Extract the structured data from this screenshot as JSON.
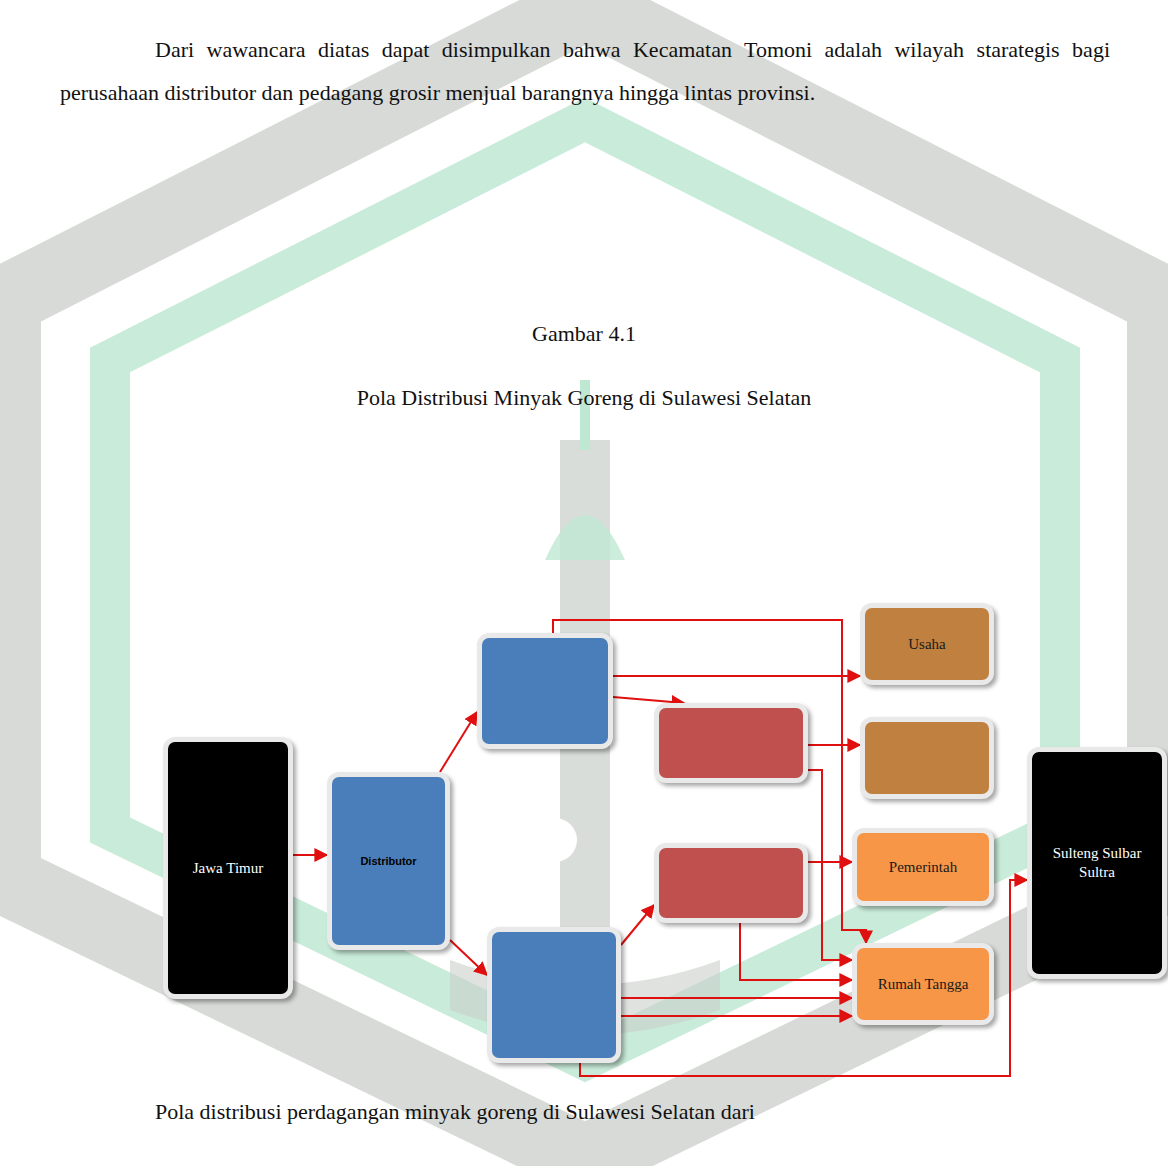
{
  "diagram": {
    "title": "Pola Distribusi Minyak Goreng di Sulawesi Selatan",
    "nodes": [
      {
        "text": [
          "Jawa Timur"
        ]
      },
      {
        "text": [
          "Distributor"
        ]
      },
      {
        "text": []
      },
      {
        "text": []
      },
      {
        "text": []
      },
      {
        "text": []
      },
      {
        "text": [
          "Usaha"
        ]
      },
      {
        "text": []
      },
      {
        "text": [
          "Pemerintah"
        ]
      },
      {
        "text": [
          "Rumah Tangga"
        ]
      },
      {
        "text": [
          "Sulteng Sulbar Sultra"
        ]
      }
    ],
    "edges": [
      {
        "from": 0,
        "to": 1,
        "arrow": "to"
      },
      {
        "from": 1,
        "to": 2,
        "arrow": "to"
      },
      {
        "from": 1,
        "to": 5,
        "arrow": "to"
      },
      {
        "from": 2,
        "to": 9,
        "arrow": "to"
      },
      {
        "from": 2,
        "to": 6,
        "arrow": "to"
      },
      {
        "from": 2,
        "to": 3,
        "arrow": "to"
      },
      {
        "from": 3,
        "to": 7,
        "arrow": "to"
      },
      {
        "from": 3,
        "to": 9,
        "arrow": "to"
      },
      {
        "from": 5,
        "to": 4,
        "arrow": "to"
      },
      {
        "from": 4,
        "to": 9,
        "arrow": "to"
      },
      {
        "from": 4,
        "to": 8,
        "arrow": "to"
      },
      {
        "from": 5,
        "to": 9,
        "arrow": "to"
      },
      {
        "from": 5,
        "to": 9,
        "arrow": "to"
      },
      {
        "from": 5,
        "to": 10,
        "arrow": "to"
      }
    ],
    "labels": [
      "Dari wawancara diatas dapat disimpulkan bahwa Kecamatan Tomoni adalah wilayah starategis bagi perusahaan distributor dan pedagang grosir menjual barangnya hingga lintas provinsi.",
      "Gambar 4.1",
      "Pola distribusi perdagangan minyak goreng di Sulawesi Selatan dari"
    ]
  }
}
